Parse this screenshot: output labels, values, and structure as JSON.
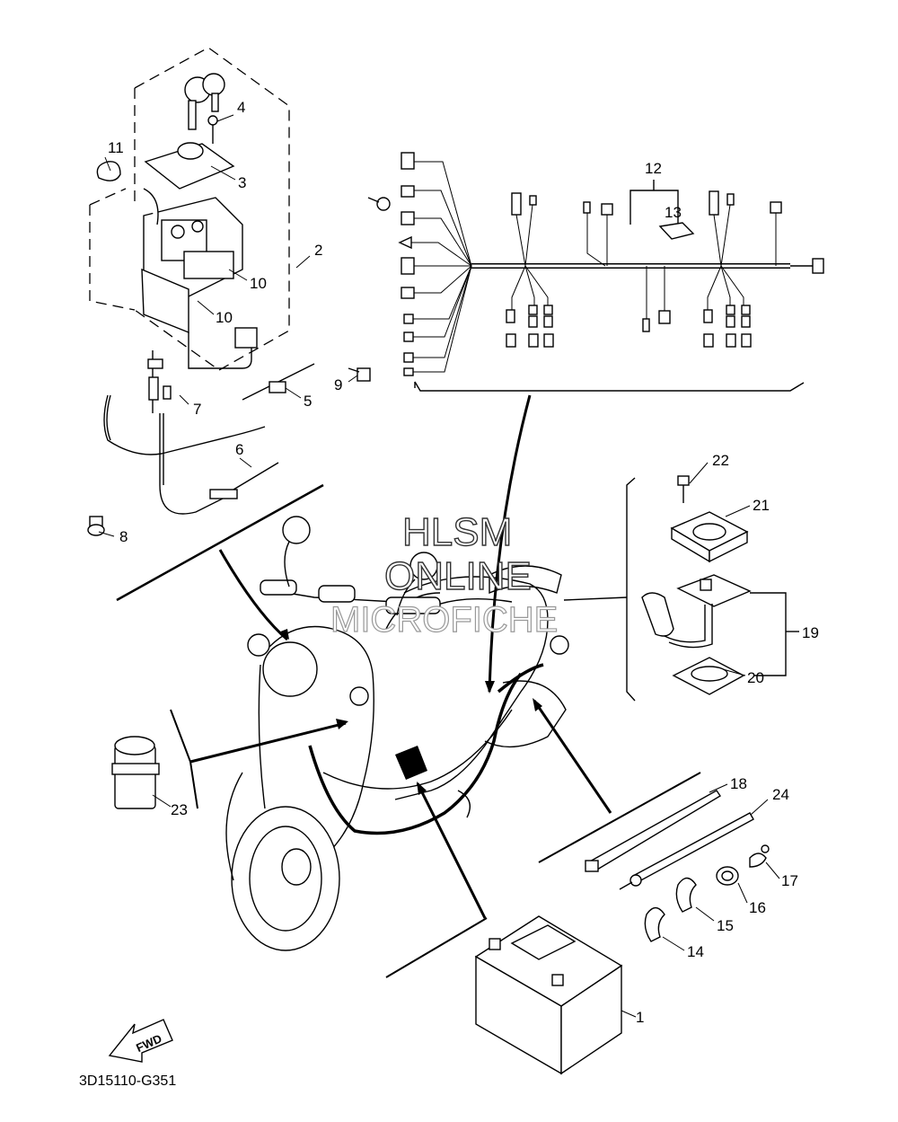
{
  "diagram": {
    "callouts": [
      {
        "key": "c1",
        "label": "1"
      },
      {
        "key": "c2",
        "label": "2"
      },
      {
        "key": "c3",
        "label": "3"
      },
      {
        "key": "c4",
        "label": "4"
      },
      {
        "key": "c5",
        "label": "5"
      },
      {
        "key": "c6",
        "label": "6"
      },
      {
        "key": "c7",
        "label": "7"
      },
      {
        "key": "c8",
        "label": "8"
      },
      {
        "key": "c9",
        "label": "9"
      },
      {
        "key": "c10a",
        "label": "10"
      },
      {
        "key": "c10b",
        "label": "10"
      },
      {
        "key": "c11",
        "label": "11"
      },
      {
        "key": "c12",
        "label": "12"
      },
      {
        "key": "c13",
        "label": "13"
      },
      {
        "key": "c14",
        "label": "14"
      },
      {
        "key": "c15",
        "label": "15"
      },
      {
        "key": "c16",
        "label": "16"
      },
      {
        "key": "c17",
        "label": "17"
      },
      {
        "key": "c18",
        "label": "18"
      },
      {
        "key": "c19",
        "label": "19"
      },
      {
        "key": "c20",
        "label": "20"
      },
      {
        "key": "c21",
        "label": "21"
      },
      {
        "key": "c22",
        "label": "22"
      },
      {
        "key": "c23",
        "label": "23"
      },
      {
        "key": "c24",
        "label": "24"
      }
    ],
    "watermark": {
      "line1": "HLSM",
      "line2": "ONLINE",
      "line3": "MICROFICHE"
    },
    "fwd_label": "FWD",
    "drawing_code": "3D15110-G351"
  }
}
